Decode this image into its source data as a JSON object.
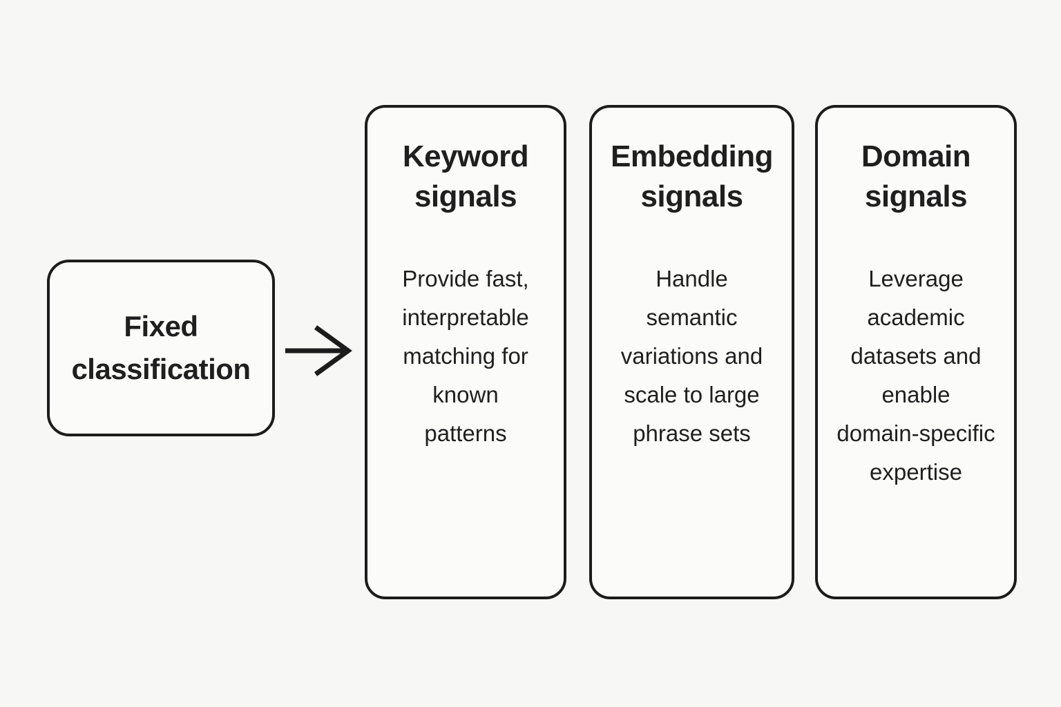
{
  "diagram": {
    "source_node": {
      "label": "Fixed\nclassification"
    },
    "arrow": {
      "icon": "arrow-right-icon",
      "direction": "right"
    },
    "columns": [
      {
        "title": "Keyword\nsignals",
        "body": "Provide fast,\ninterpretable\nmatching for\nknown\npatterns"
      },
      {
        "title": "Embedding\nsignals",
        "body": "Handle\nsemantic\nvariations and\nscale to large\nphrase sets"
      },
      {
        "title": "Domain\nsignals",
        "body": "Leverage\nacademic\ndatasets and\nenable\ndomain-specific\nexpertise"
      }
    ],
    "colors": {
      "background": "#f7f7f6",
      "box_fill": "#fbfbfa",
      "stroke": "#1c1c1c",
      "text": "#1f1f1f"
    }
  }
}
